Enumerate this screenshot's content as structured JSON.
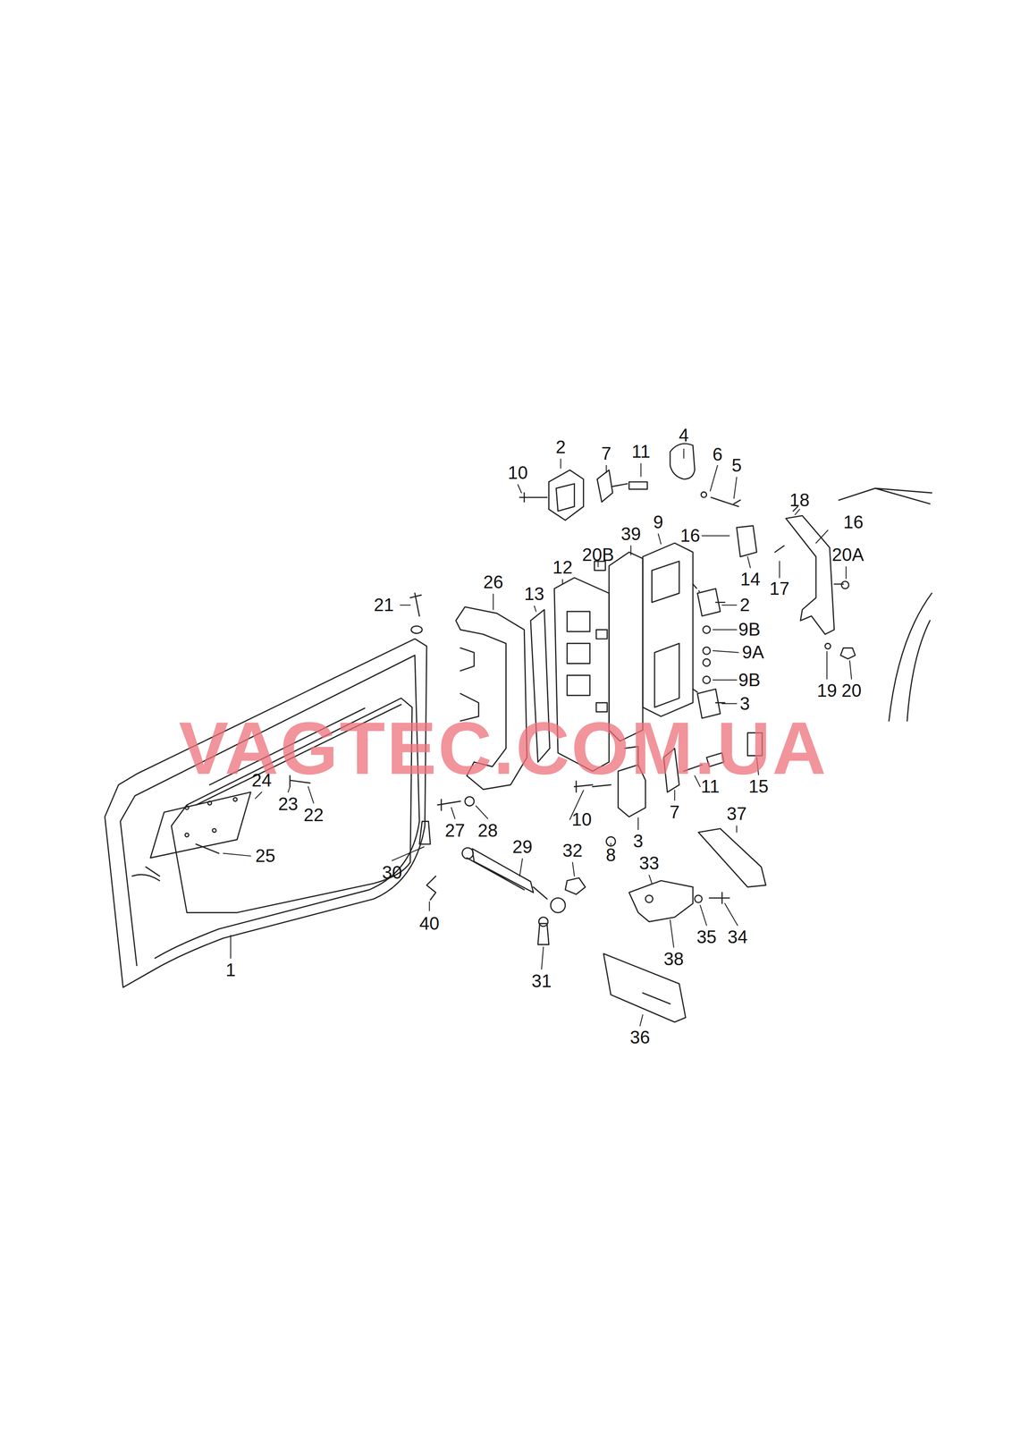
{
  "diagram": {
    "labels": [
      "4",
      "2",
      "7",
      "11",
      "6",
      "10",
      "5",
      "18",
      "16",
      "9",
      "39",
      "16",
      "20B",
      "12",
      "20A",
      "13",
      "26",
      "14",
      "17",
      "21",
      "2",
      "9B",
      "9A",
      "9B",
      "19",
      "20",
      "3",
      "24",
      "15",
      "11",
      "23",
      "22",
      "10",
      "7",
      "37",
      "27",
      "28",
      "3",
      "8",
      "25",
      "29",
      "32",
      "33",
      "30",
      "40",
      "35",
      "34",
      "38",
      "1",
      "31",
      "36",
      "VAGTEC.COM.UA"
    ]
  }
}
